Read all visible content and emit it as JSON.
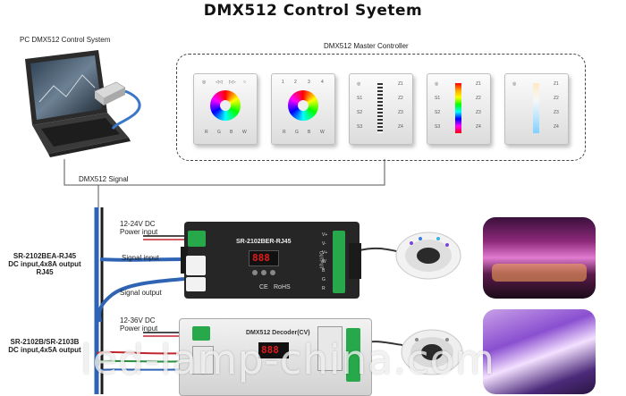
{
  "title": "DMX512  Control  Syetem",
  "pc_label": "PC DMX512 Control System",
  "master_label": "DMX512 Master Controller",
  "signal_label": "DMX512 Signal",
  "panels": [
    {
      "kind": "wheel",
      "top_marks": [
        "◎",
        "◁◁",
        "▷▷",
        "○"
      ],
      "bottom_marks": [
        "R",
        "G",
        "B",
        "W"
      ]
    },
    {
      "kind": "wheel",
      "top_marks": [
        "1",
        "2",
        "3",
        "4"
      ],
      "bottom_marks": [
        "R",
        "G",
        "B",
        "W"
      ]
    },
    {
      "kind": "slider",
      "left_marks": [
        "◎",
        "S1",
        "S2",
        "S3"
      ],
      "right_marks": [
        "Z1",
        "Z2",
        "Z3",
        "Z4"
      ]
    },
    {
      "kind": "rainbow",
      "left_marks": [
        "◎",
        "S1",
        "S2",
        "S3"
      ],
      "right_marks": [
        "Z1",
        "Z2",
        "Z3",
        "Z4"
      ]
    },
    {
      "kind": "cct",
      "left_marks": [
        "◎",
        "",
        "",
        ""
      ],
      "right_marks": [
        "Z1",
        "Z2",
        "Z3",
        "Z4"
      ]
    }
  ],
  "device1": {
    "side_label_lines": [
      "SR-2102BEA-RJ45",
      "DC input,4x8A output",
      "RJ45"
    ],
    "name": "SR-2102BER-RJ45",
    "power_label_lines": [
      "12-24V DC",
      "Power input"
    ],
    "signal_in": "Signal input",
    "signal_out": "Signal output",
    "display": "888",
    "rohs": "RoHS",
    "ce": "CE",
    "output": "OUTPUT",
    "right_pins": [
      "V+",
      "V-",
      "V+",
      "W",
      "B",
      "G",
      "R"
    ]
  },
  "device2": {
    "side_label_lines": [
      "SR-2102B/SR-2103B",
      "DC input,4x5A output"
    ],
    "name": "DMX512 Decoder(CV)",
    "power_label_lines": [
      "12-36V DC",
      "Power input"
    ],
    "display": "888"
  },
  "watermark": "led-lamp-china.com",
  "colors": {
    "device_dark": "#262626",
    "device_light": "#e6e6e6",
    "terminal_green": "#27a84a",
    "cable_blue": "#2f64b4",
    "display_red": "#e11b1b"
  },
  "icons": [
    "laptop-icon",
    "usb-dmx-adapter-icon",
    "led-strip-reel-icon",
    "color-wheel-icon"
  ]
}
